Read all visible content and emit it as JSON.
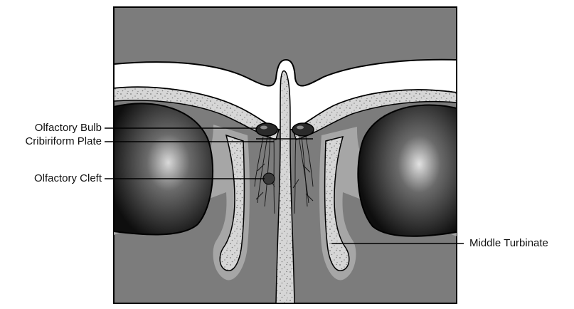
{
  "labels": {
    "olfactory_bulb": "Olfactory Bulb",
    "cribriform_plate": "Cribiriform Plate",
    "olfactory_cleft": "Olfactory Cleft",
    "middle_turbinate": "Middle Turbinate"
  },
  "colors": {
    "background": "#7c7c7c",
    "bone": "#dcdcdc",
    "mucosa": "#a6a6a6",
    "brain_space": "#ffffff",
    "orbit_dark": "#151515",
    "outline": "#000000"
  }
}
